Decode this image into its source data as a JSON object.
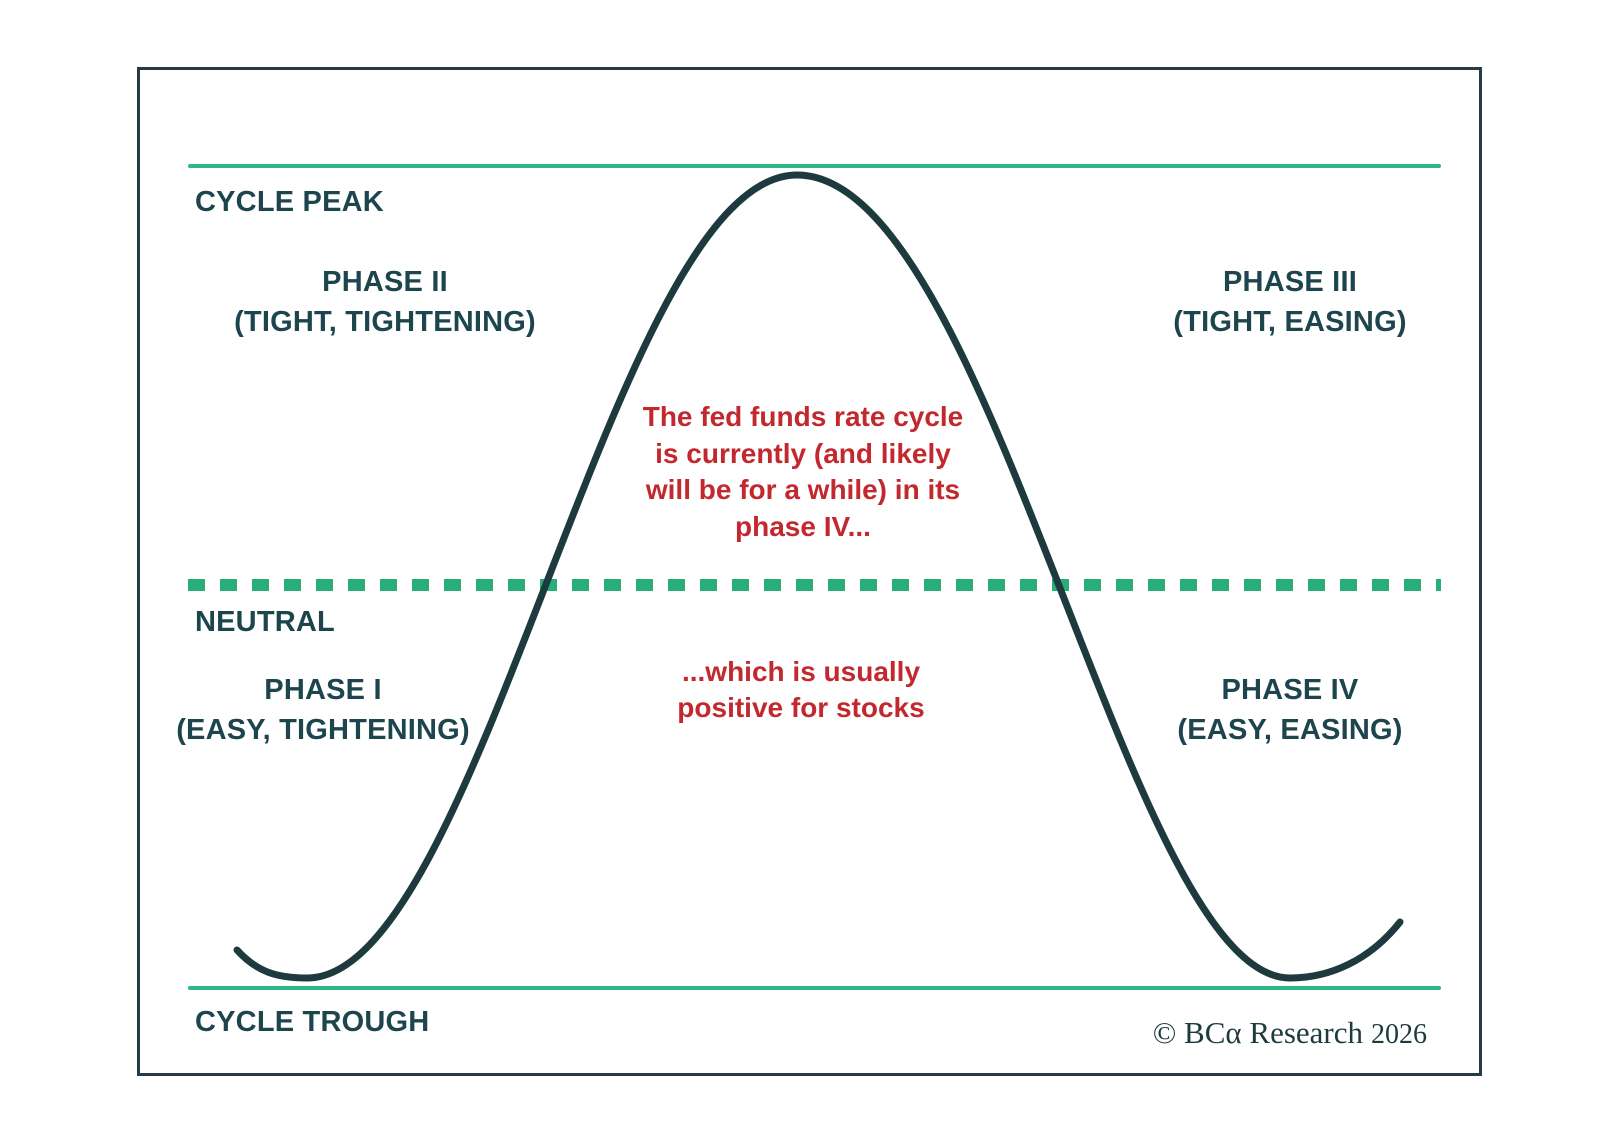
{
  "levels": {
    "peak": "CYCLE PEAK",
    "neutral": "NEUTRAL",
    "trough": "CYCLE TROUGH"
  },
  "phases": [
    {
      "id": "phase-2",
      "title": "PHASE II",
      "subtitle": "(TIGHT, TIGHTENING)",
      "position": "upper-left"
    },
    {
      "id": "phase-3",
      "title": "PHASE III",
      "subtitle": "(TIGHT, EASING)",
      "position": "upper-right"
    },
    {
      "id": "phase-1",
      "title": "PHASE I",
      "subtitle": "(EASY, TIGHTENING)",
      "position": "lower-left"
    },
    {
      "id": "phase-4",
      "title": "PHASE IV",
      "subtitle": "(EASY, EASING)",
      "position": "lower-right"
    }
  ],
  "annotations": {
    "current_phase": "The fed funds rate cycle\nis currently (and likely\nwill be for a while) in its\nphase IV...",
    "stocks": "...which is usually\npositive for stocks"
  },
  "footer": {
    "copyright": "© BCα Research",
    "year": "2026"
  },
  "colors": {
    "solid_line_green": "#2cb787",
    "dashed_line_green": "#29ae79",
    "curve_dark_teal": "#1d3a3e",
    "label_text": "#1c454e",
    "annotation_red": "#c2282e",
    "frame_border": "#263a47"
  },
  "diagram": {
    "type": "cycle-curve",
    "description": "Bell-shaped fed funds rate cycle curve between cycle trough and cycle peak, crossing a dashed neutral line twice; four quadrant phases labeled"
  }
}
